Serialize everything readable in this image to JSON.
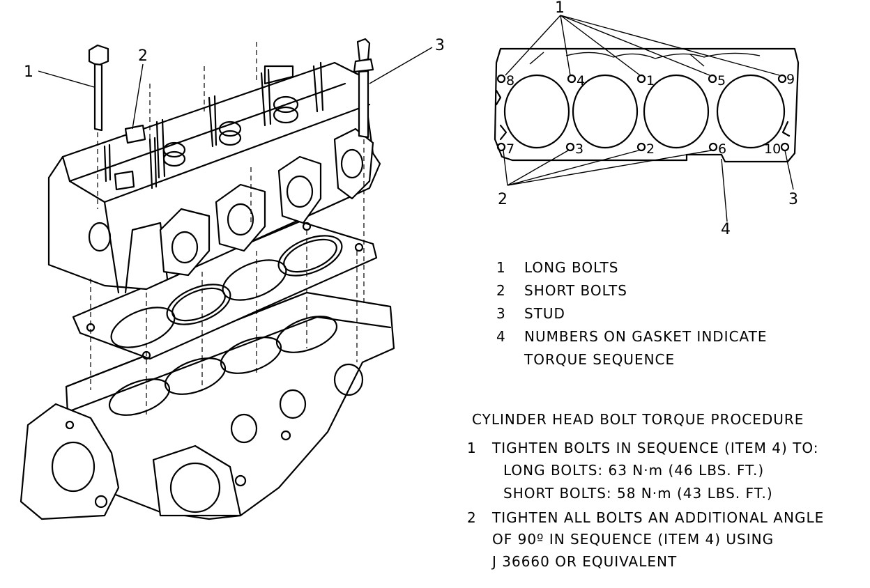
{
  "callouts": {
    "left": [
      "1",
      "2",
      "3"
    ],
    "right_top": "1",
    "right_bottom": [
      "2",
      "3",
      "4"
    ]
  },
  "gasket_sequence": [
    "8",
    "4",
    "1",
    "5",
    "9",
    "7",
    "3",
    "2",
    "6",
    "10"
  ],
  "legend": [
    {
      "num": "1",
      "text": "LONG BOLTS"
    },
    {
      "num": "2",
      "text": "SHORT BOLTS"
    },
    {
      "num": "3",
      "text": "STUD"
    },
    {
      "num": "4",
      "text": "NUMBERS ON GASKET INDICATE",
      "text2": "TORQUE SEQUENCE"
    }
  ],
  "procedure": {
    "title": "CYLINDER HEAD BOLT TORQUE PROCEDURE",
    "step1": {
      "num": "1",
      "line1": "TIGHTEN BOLTS IN SEQUENCE (ITEM 4) TO:",
      "line2": "LONG BOLTS: 63 N·m (46 LBS. FT.)",
      "line3": "SHORT BOLTS: 58 N·m (43 LBS. FT.)"
    },
    "step2": {
      "num": "2",
      "line1": "TIGHTEN ALL BOLTS AN ADDITIONAL ANGLE",
      "line2": "OF 90º IN SEQUENCE (ITEM 4) USING",
      "line3": "J 36660 OR EQUIVALENT"
    }
  }
}
